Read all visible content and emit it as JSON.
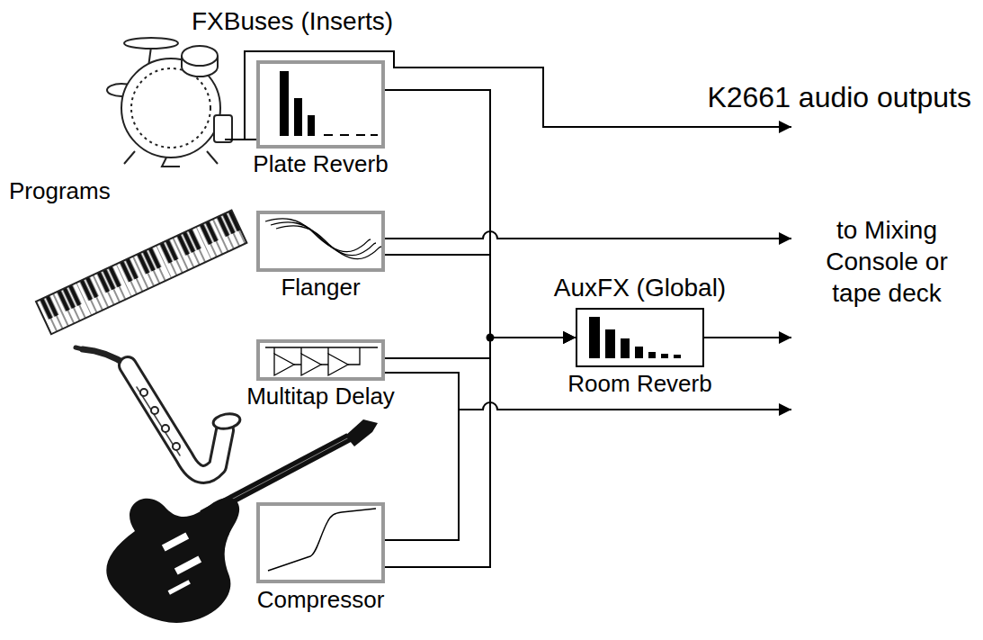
{
  "diagram": {
    "nodes": [
      {
        "text": [
          "Plate Reverb"
        ]
      },
      {
        "text": [
          "Flanger"
        ]
      },
      {
        "text": [
          "Multitap Delay"
        ]
      },
      {
        "text": [
          "Compressor"
        ]
      },
      {
        "text": [
          "AuxFX (Global)",
          "Room Reverb"
        ]
      }
    ],
    "edges": [
      {
        "from": 0,
        "to": 4,
        "arrow": "to"
      },
      {
        "from": 1,
        "to": 4,
        "arrow": "to"
      },
      {
        "from": 2,
        "to": 4,
        "arrow": "to"
      },
      {
        "from": 3,
        "to": 4,
        "arrow": "to"
      }
    ],
    "labels": [
      "FXBuses (Inserts)",
      "K2661 audio outputs",
      "Programs",
      "to Mixing Console or tape deck"
    ]
  }
}
